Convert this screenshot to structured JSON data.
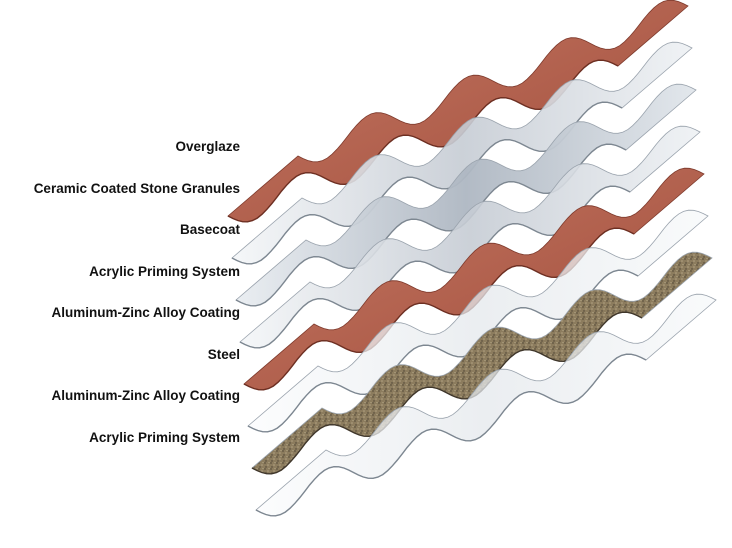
{
  "diagram": {
    "layers": [
      {
        "label": "Overglaze",
        "material": "glaze"
      },
      {
        "label": "Ceramic Coated Stone Granules",
        "material": "granules"
      },
      {
        "label": "Basecoat",
        "material": "glaze"
      },
      {
        "label": "Acrylic Priming System",
        "material": "primer"
      },
      {
        "label": "Aluminum-Zinc Alloy Coating",
        "material": "alloy"
      },
      {
        "label": "Steel",
        "material": "steel"
      },
      {
        "label": "Aluminum-Zinc Alloy Coating",
        "material": "alloy"
      },
      {
        "label": "Acrylic Priming System",
        "material": "primer"
      }
    ],
    "colors": {
      "glaze": "#f2f4f6",
      "granules": "#8a7a5c",
      "primer": "#b8624e",
      "alloy": "#dfe4ea",
      "steel": "#c9d0d8",
      "label_text": "#111111"
    }
  }
}
